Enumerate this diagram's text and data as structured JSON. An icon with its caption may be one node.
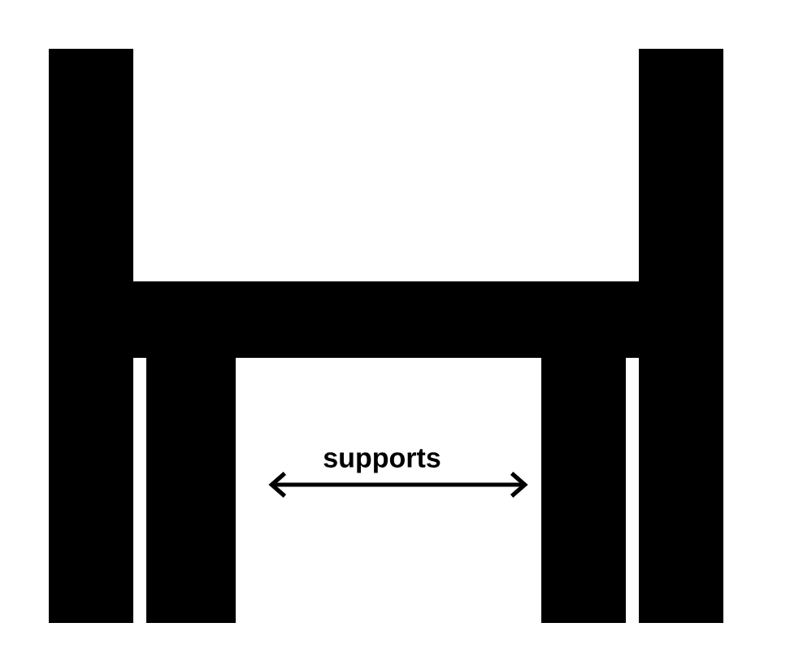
{
  "diagram": {
    "nodes": [
      {
        "text": [],
        "shape": "bar"
      },
      {
        "text": [],
        "shape": "bar"
      }
    ],
    "edges": [
      {
        "from": 0,
        "to": 1,
        "arrow": "both",
        "label": "supports"
      }
    ]
  }
}
